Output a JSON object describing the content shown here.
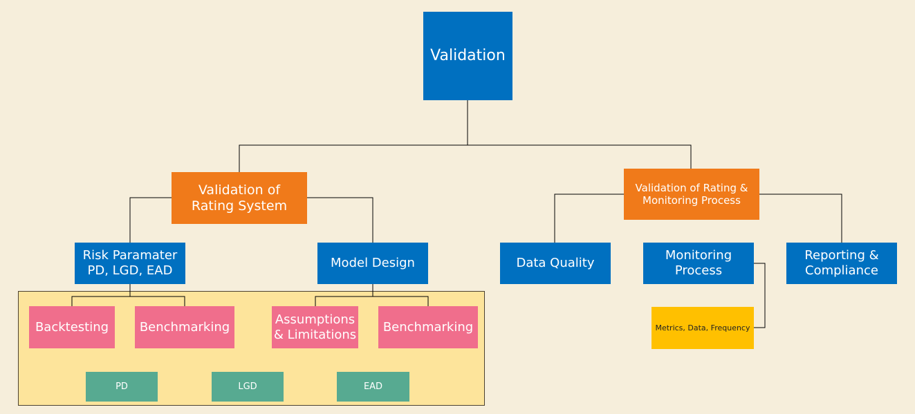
{
  "diagram": {
    "root": {
      "label": "Validation"
    },
    "rating_system": {
      "label": "Validation of\nRating System"
    },
    "rating_monitoring": {
      "label": "Validation of Rating &\nMonitoring Process"
    },
    "risk_parameter": {
      "label": "Risk Paramater\nPD, LGD, EAD"
    },
    "model_design": {
      "label": "Model Design"
    },
    "data_quality": {
      "label": "Data Quality"
    },
    "monitoring_process": {
      "label": "Monitoring\nProcess"
    },
    "reporting_compliance": {
      "label": "Reporting &\nCompliance"
    },
    "backtesting": {
      "label": "Backtesting"
    },
    "benchmarking_1": {
      "label": "Benchmarking"
    },
    "assumptions": {
      "label": "Assumptions\n& Limitations"
    },
    "benchmarking_2": {
      "label": "Benchmarking"
    },
    "pd": {
      "label": "PD"
    },
    "lgd": {
      "label": "LGD"
    },
    "ead": {
      "label": "EAD"
    },
    "metrics": {
      "label": "Metrics, Data, Frequency"
    }
  },
  "colors": {
    "background": "#f6eedb",
    "blue": "#0070c0",
    "orange": "#f07a1a",
    "pink": "#f06e8c",
    "teal": "#57aa91",
    "yellow": "#ffc000",
    "panel": "#fde49b"
  }
}
